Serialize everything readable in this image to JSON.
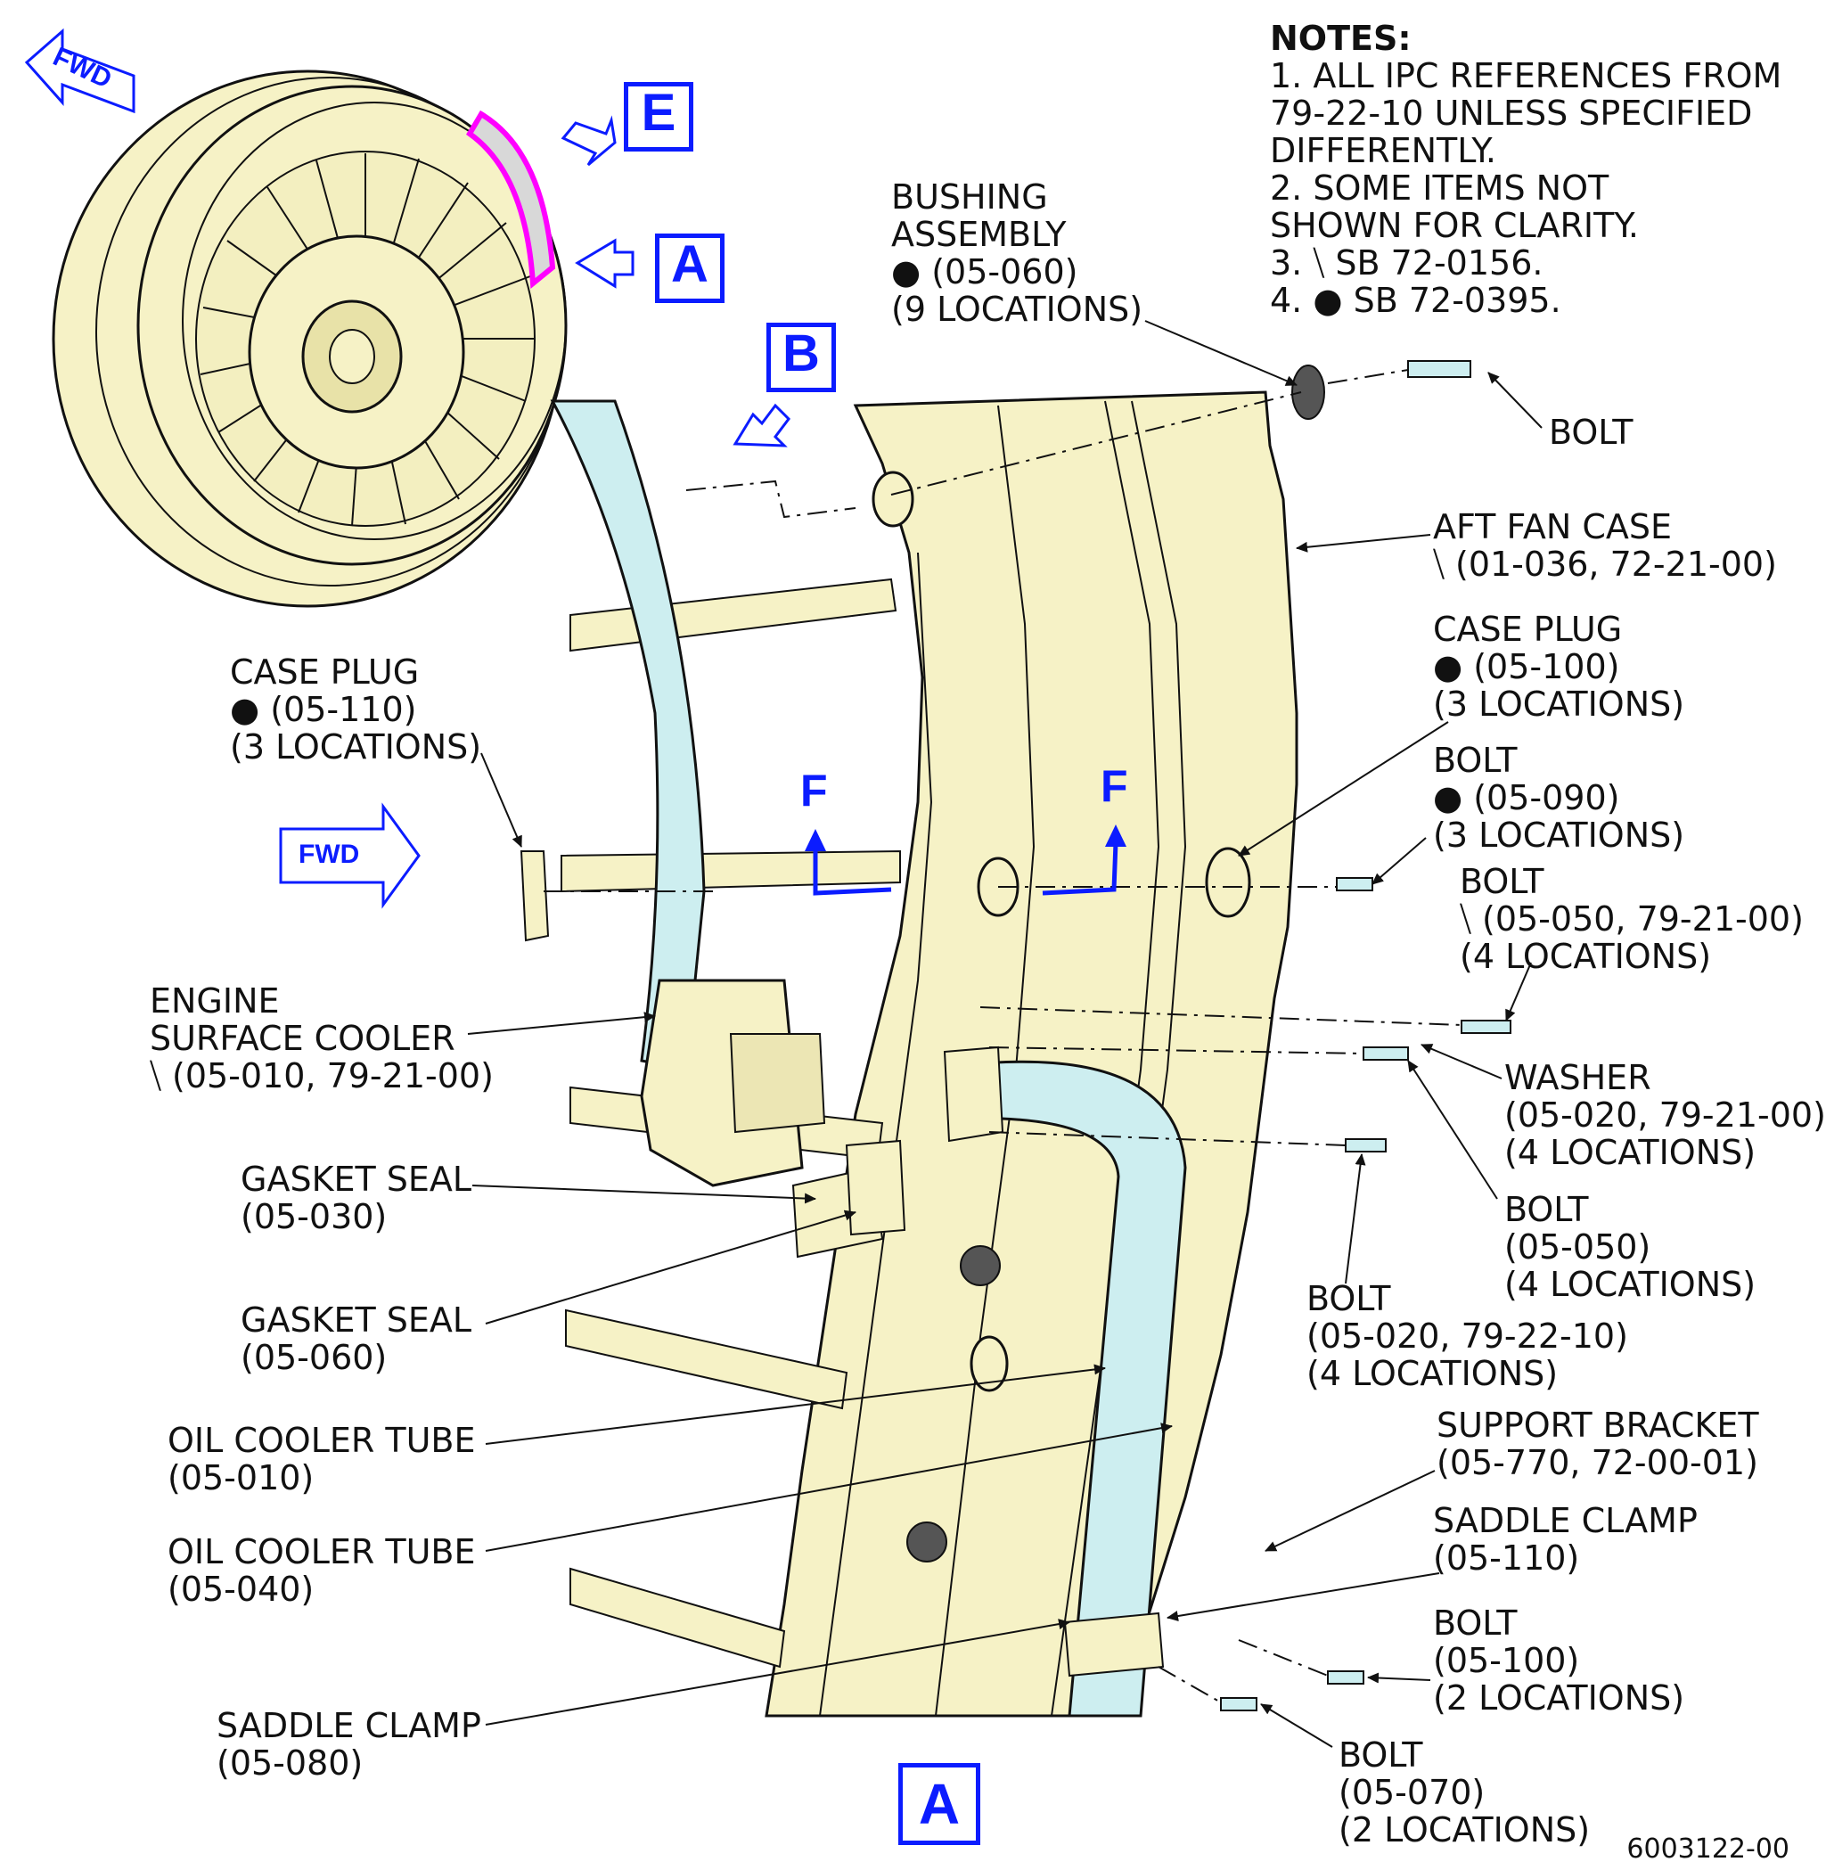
{
  "notes": {
    "title": "NOTES:",
    "items": [
      "1. ALL IPC REFERENCES FROM",
      "    79-22-10 UNLESS SPECIFIED",
      "    DIFFERENTLY.",
      "2. SOME ITEMS NOT",
      "    SHOWN FOR CLARITY.",
      "3. ⧹  SB 72-0156.",
      "4. ●  SB 72-0395."
    ]
  },
  "view_refs": {
    "e": "E",
    "a_top": "A",
    "b": "B",
    "a_bottom": "A",
    "f": "F"
  },
  "fwd": "FWD",
  "drawing_number": "6003122-00",
  "labels": {
    "bushing": [
      "BUSHING",
      "ASSEMBLY",
      "● (05-060)",
      "(9 LOCATIONS)"
    ],
    "bolt_top": [
      "BOLT"
    ],
    "aft_fan_case": [
      "AFT FAN CASE",
      "⧹ (01-036, 72-21-00)"
    ],
    "case_plug_right": [
      "CASE PLUG",
      "● (05-100)",
      "(3 LOCATIONS)"
    ],
    "bolt_05090": [
      "BOLT",
      "● (05-090)",
      "(3 LOCATIONS)"
    ],
    "bolt_05050_a": [
      "BOLT",
      "⧹ (05-050, 79-21-00)",
      "(4 LOCATIONS)"
    ],
    "washer": [
      "WASHER",
      "(05-020, 79-21-00)",
      "(4 LOCATIONS)"
    ],
    "bolt_05050_b": [
      "BOLT",
      "(05-050)",
      "(4 LOCATIONS)"
    ],
    "bolt_05020": [
      "BOLT",
      "(05-020, 79-22-10)",
      "(4 LOCATIONS)"
    ],
    "support_bracket": [
      "SUPPORT BRACKET",
      "(05-770, 72-00-01)"
    ],
    "saddle_clamp_right": [
      "SADDLE CLAMP",
      "(05-110)"
    ],
    "bolt_05100": [
      "BOLT",
      "(05-100)",
      "(2 LOCATIONS)"
    ],
    "bolt_05070": [
      "BOLT",
      "(05-070)",
      "(2 LOCATIONS)"
    ],
    "case_plug_left": [
      "CASE PLUG",
      "● (05-110)",
      "(3 LOCATIONS)"
    ],
    "engine_cooler": [
      "ENGINE",
      "SURFACE COOLER",
      "⧹ (05-010, 79-21-00)"
    ],
    "gasket_030": [
      "GASKET SEAL",
      "(05-030)"
    ],
    "gasket_060": [
      "GASKET SEAL",
      "(05-060)"
    ],
    "oil_tube_010": [
      "OIL COOLER TUBE",
      "(05-010)"
    ],
    "oil_tube_040": [
      "OIL COOLER TUBE",
      "(05-040)"
    ],
    "saddle_clamp_left": [
      "SADDLE CLAMP",
      "(05-080)"
    ]
  },
  "colors": {
    "casing": "#f6f2c6",
    "tube": "#cdeef0",
    "accent": "#0b1cff",
    "highlight": "#ff00ff",
    "line": "#111111"
  }
}
